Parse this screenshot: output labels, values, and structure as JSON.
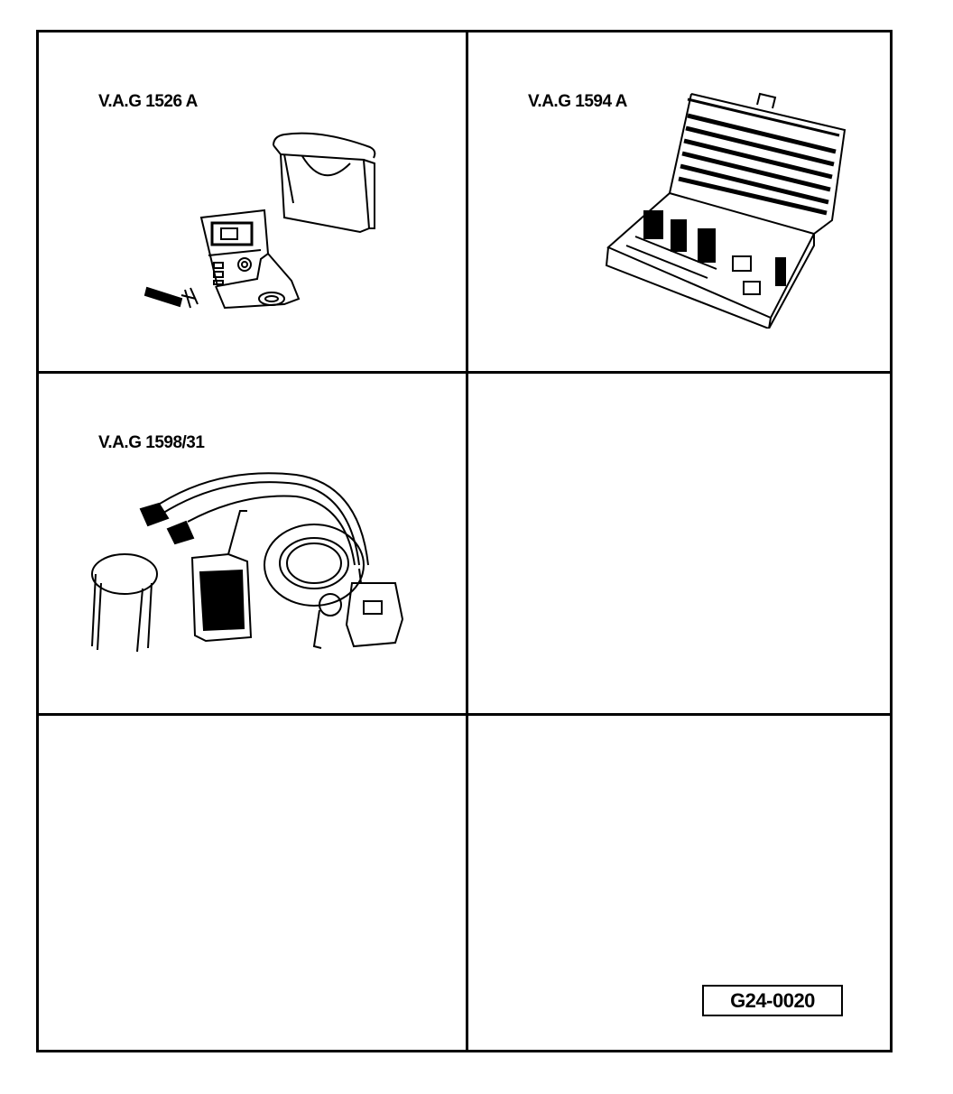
{
  "panels": [
    {
      "label": "V.A.G 1526 A",
      "icon": "multimeter-illustration"
    },
    {
      "label": "V.A.G 1594 A",
      "icon": "adapter-case-illustration"
    },
    {
      "label": "V.A.G 1598/31",
      "icon": "test-cable-illustration"
    },
    {
      "label": ""
    },
    {
      "label": ""
    },
    {
      "label": ""
    }
  ],
  "reference_code": "G24-0020"
}
